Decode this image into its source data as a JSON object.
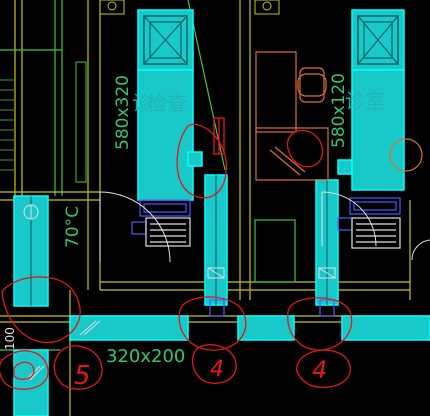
{
  "drawing": {
    "background": "#000000",
    "colors": {
      "duct_fill": "#19c8c8",
      "duct_edge": "#00ffff",
      "wall": "#c8c800",
      "wall_green": "#3cc83c",
      "markup_red": "#e01818",
      "furniture": "#e07028",
      "equipment": "#4a5aff",
      "label_green": "#2fc86e",
      "label_cyan": "#25b4b4",
      "door_white": "#e0e0e0"
    },
    "labels": {
      "room_left": "检查",
      "room_left_prefix": "诊",
      "room_right": "诊室",
      "duct_left": "580x320",
      "duct_right": "580x120",
      "temp": "70°C",
      "duct_bottom": "320x200",
      "duct_vertical_left": "100"
    },
    "markups": [
      "5",
      "4",
      "4"
    ]
  }
}
